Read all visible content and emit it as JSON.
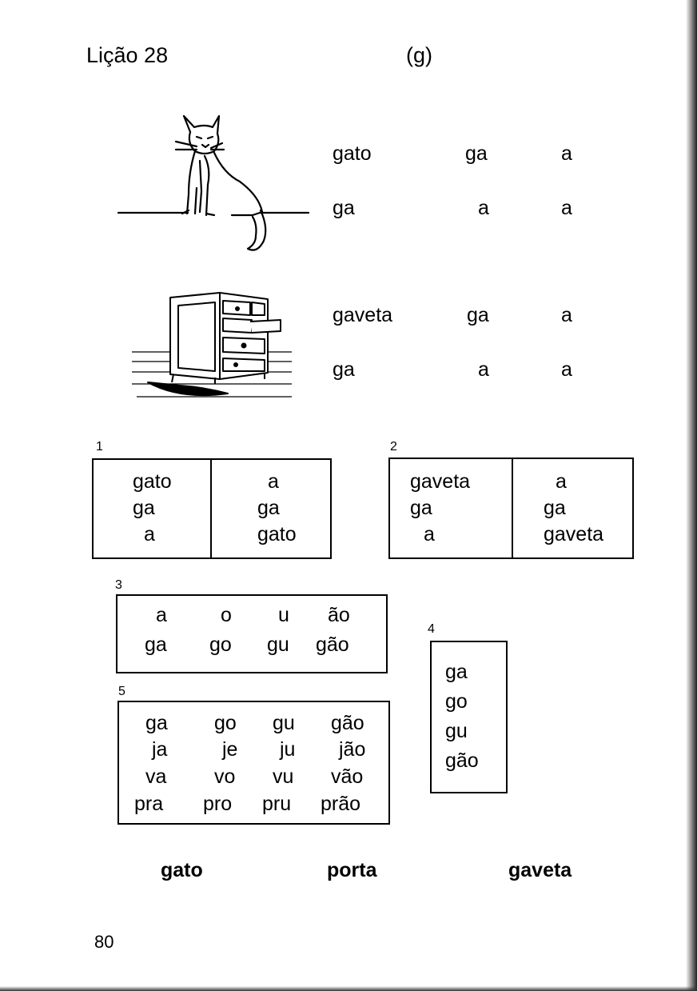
{
  "header": {
    "lesson": "Lição 28",
    "letter": "(g)"
  },
  "cat_words": {
    "row1": [
      "gato",
      "ga",
      "a"
    ],
    "row2": [
      "ga",
      "a",
      "a"
    ]
  },
  "drawer_words": {
    "row1": [
      "gaveta",
      "ga",
      "a"
    ],
    "row2": [
      "ga",
      "a",
      "a"
    ]
  },
  "ex1": {
    "number": "1",
    "left": [
      "gato",
      "ga",
      "a"
    ],
    "right": [
      "a",
      "ga",
      "gato"
    ]
  },
  "ex2": {
    "number": "2",
    "left": [
      "gaveta",
      "ga",
      "a"
    ],
    "right": [
      "a",
      "ga",
      "gaveta"
    ]
  },
  "ex3": {
    "number": "3",
    "rows": [
      [
        "a",
        "o",
        "u",
        "ão"
      ],
      [
        "ga",
        "go",
        "gu",
        "gão"
      ]
    ]
  },
  "ex4": {
    "number": "4",
    "items": [
      "ga",
      "go",
      "gu",
      "gão"
    ]
  },
  "ex5": {
    "number": "5",
    "rows": [
      [
        "ga",
        "go",
        "gu",
        "gão"
      ],
      [
        "ja",
        "je",
        "ju",
        "jão"
      ],
      [
        "va",
        "vo",
        "vu",
        "vão"
      ],
      [
        "pra",
        "pro",
        "pru",
        "prão"
      ]
    ]
  },
  "footer_words": [
    "gato",
    "porta",
    "gaveta"
  ],
  "page_number": "80",
  "illustrations": [
    "cat-illustration",
    "chest-of-drawers-illustration"
  ]
}
